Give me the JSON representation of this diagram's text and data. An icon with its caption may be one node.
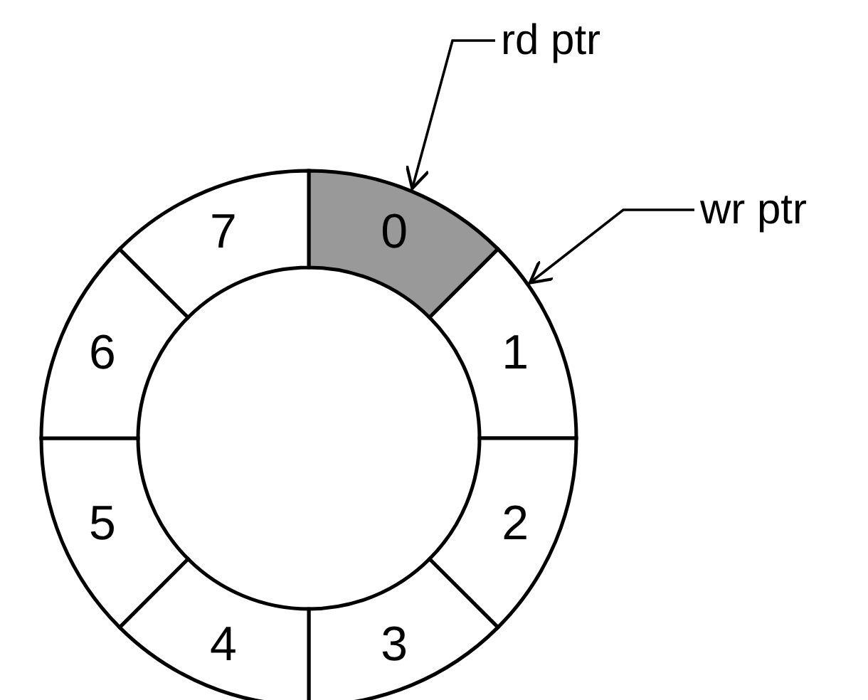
{
  "diagram": {
    "nodes": [
      {
        "text": [
          "rd ptr"
        ]
      },
      {
        "text": [
          "wr ptr"
        ]
      },
      {
        "text": [
          "0"
        ]
      },
      {
        "text": [
          "1"
        ]
      },
      {
        "text": [
          "2"
        ]
      },
      {
        "text": [
          "3"
        ]
      },
      {
        "text": [
          "4"
        ]
      },
      {
        "text": [
          "5"
        ]
      },
      {
        "text": [
          "6"
        ]
      },
      {
        "text": [
          "7"
        ]
      }
    ],
    "edges": [
      {
        "from": 0,
        "to": 2,
        "arrow": "to"
      },
      {
        "from": 1,
        "to": 3,
        "arrow": "to"
      }
    ]
  }
}
